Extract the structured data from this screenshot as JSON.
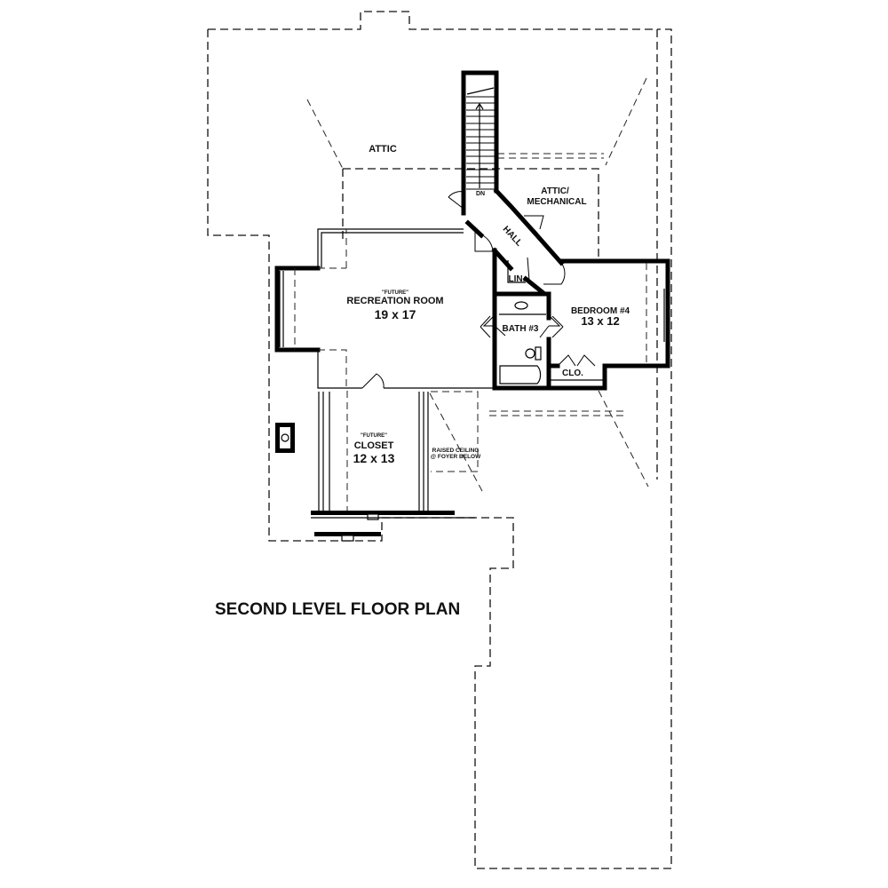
{
  "plan": {
    "title": "SECOND LEVEL FLOOR PLAN",
    "line_color": "#000000",
    "background": "#ffffff"
  },
  "rooms": {
    "attic": {
      "name": "ATTIC"
    },
    "attic_mechanical": {
      "line1": "ATTIC/",
      "line2": "MECHANICAL"
    },
    "hall": {
      "name": "HALL"
    },
    "stair": {
      "direction": "DN"
    },
    "linen": {
      "name": "LIN."
    },
    "recreation": {
      "note": "\"FUTURE\"",
      "name": "RECREATION ROOM",
      "size": "19 x 17"
    },
    "bath3": {
      "name": "BATH #3"
    },
    "bedroom4": {
      "name": "BEDROOM #4",
      "size": "13 x 12"
    },
    "closet_small": {
      "name": "CLO."
    },
    "closet": {
      "note": "\"FUTURE\"",
      "name": "CLOSET",
      "size": "12 x 13"
    },
    "raised_ceiling": {
      "line1": "RAISED CEILING",
      "line2": "@ FOYER BELOW"
    }
  }
}
